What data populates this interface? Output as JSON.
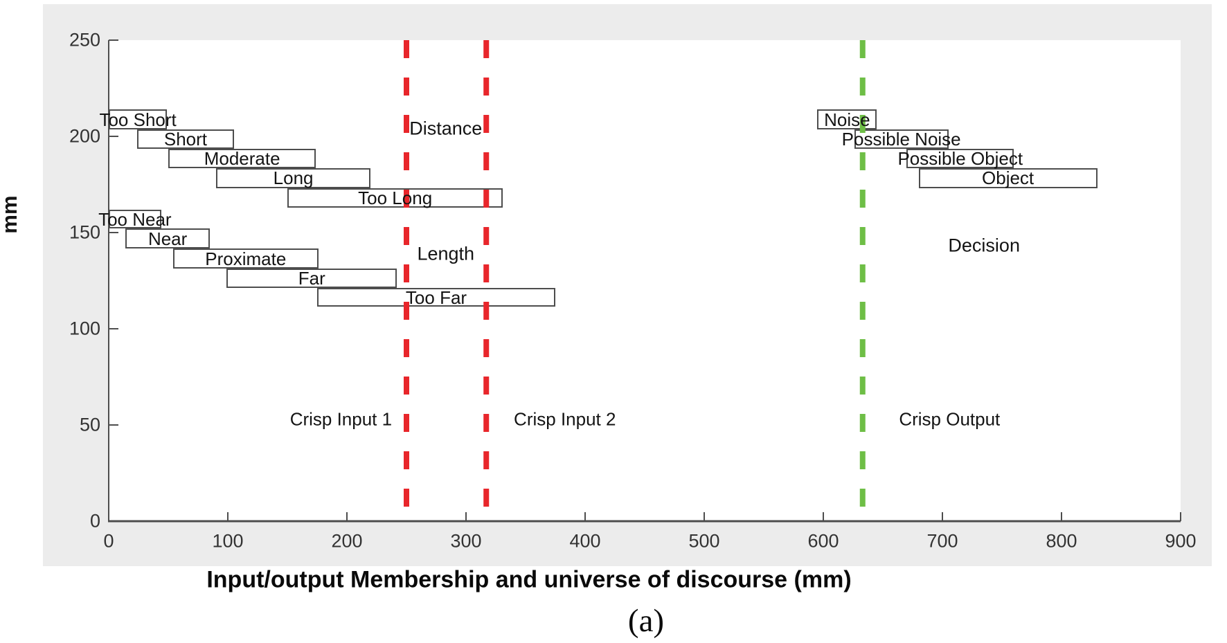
{
  "figure": {
    "background_color": "#ececec",
    "plot_background_color": "#ffffff",
    "axis_color": "#4d4d4d",
    "box_border_color": "#4d4d4d",
    "text_color": "#141414"
  },
  "chart_data": {
    "type": "other",
    "subtype": "fuzzy-membership-universe-plot",
    "title": "",
    "xlabel": "Input/output Membership and universe of discourse (mm)",
    "ylabel": "mm",
    "caption": "(a)",
    "xlim": [
      0,
      900
    ],
    "ylim": [
      0,
      250
    ],
    "x_ticks": [
      0,
      100,
      200,
      300,
      400,
      500,
      600,
      700,
      800,
      900
    ],
    "y_ticks": [
      0,
      50,
      100,
      150,
      200,
      250
    ],
    "grid": false,
    "groups": [
      {
        "name": "Distance",
        "label_at": {
          "x": 283,
          "y": 204
        },
        "boxes": [
          {
            "label": "Too Short",
            "x": [
              0,
              49
            ],
            "y": [
              203.5,
              214
            ]
          },
          {
            "label": "Short",
            "x": [
              24,
              105
            ],
            "y": [
              193.5,
              203.5
            ]
          },
          {
            "label": "Moderate",
            "x": [
              50,
              174
            ],
            "y": [
              183.5,
              193.5
            ]
          },
          {
            "label": "Long",
            "x": [
              90,
              220
            ],
            "y": [
              173,
              183.5
            ]
          },
          {
            "label": "Too Long",
            "x": [
              150,
              331
            ],
            "y": [
              163,
              173
            ]
          }
        ]
      },
      {
        "name": "Length",
        "label_at": {
          "x": 283,
          "y": 139
        },
        "boxes": [
          {
            "label": "Too Near",
            "x": [
              0,
              44
            ],
            "y": [
              152,
              162
            ]
          },
          {
            "label": "Near",
            "x": [
              14,
              85
            ],
            "y": [
              141.7,
              152
            ]
          },
          {
            "label": "Proximate",
            "x": [
              54,
              176
            ],
            "y": [
              131.3,
              141.7
            ]
          },
          {
            "label": "Far",
            "x": [
              99,
              242
            ],
            "y": [
              121.2,
              131.3
            ]
          },
          {
            "label": "Too Far",
            "x": [
              175,
              375
            ],
            "y": [
              111.5,
              121.2
            ]
          }
        ]
      },
      {
        "name": "Decision",
        "label_at": {
          "x": 735,
          "y": 143
        },
        "boxes": [
          {
            "label": "Noise",
            "x": [
              595,
              645
            ],
            "y": [
              203.5,
              214
            ]
          },
          {
            "label": "Possible Noise",
            "x": [
              626,
              705
            ],
            "y": [
              193.5,
              203.5
            ]
          },
          {
            "label": "Possible Object",
            "x": [
              670,
              760
            ],
            "y": [
              183.5,
              193.5
            ]
          },
          {
            "label": "Object",
            "x": [
              680,
              830
            ],
            "y": [
              173,
              183.5
            ]
          }
        ]
      }
    ],
    "vlines": [
      {
        "x": 250,
        "color": "#e8262b",
        "style": "dashed",
        "label": "Crisp Input 1",
        "label_at": {
          "x": 195,
          "y": 53
        }
      },
      {
        "x": 317,
        "color": "#e8262b",
        "style": "dashed",
        "label": "Crisp Input 2",
        "label_at": {
          "x": 383,
          "y": 53
        }
      },
      {
        "x": 633,
        "color": "#6ebe46",
        "style": "dashed",
        "label": "Crisp Output",
        "label_at": {
          "x": 706,
          "y": 53
        }
      }
    ]
  }
}
